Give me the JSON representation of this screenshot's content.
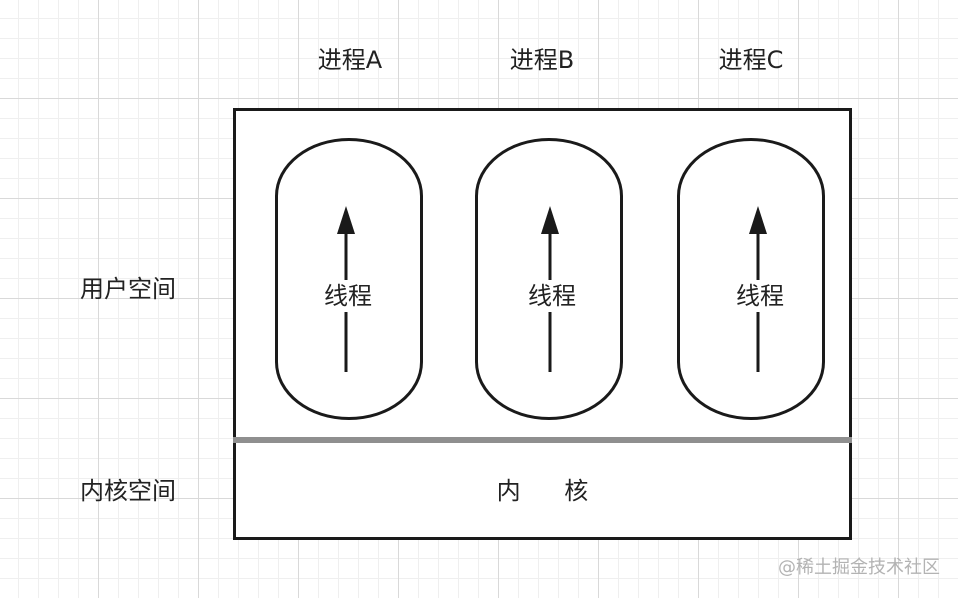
{
  "processes": [
    {
      "label": "进程A",
      "thread_label": "线程"
    },
    {
      "label": "进程B",
      "thread_label": "线程"
    },
    {
      "label": "进程C",
      "thread_label": "线程"
    }
  ],
  "spaces": {
    "user": "用户空间",
    "kernel": "内核空间"
  },
  "kernel_label": "内 核",
  "watermark": "@稀土掘金技术社区",
  "colors": {
    "stroke": "#1a1a1a",
    "divider": "#8f8f8f",
    "grid": "#d9d9d9",
    "watermark": "#b3b3b3"
  }
}
